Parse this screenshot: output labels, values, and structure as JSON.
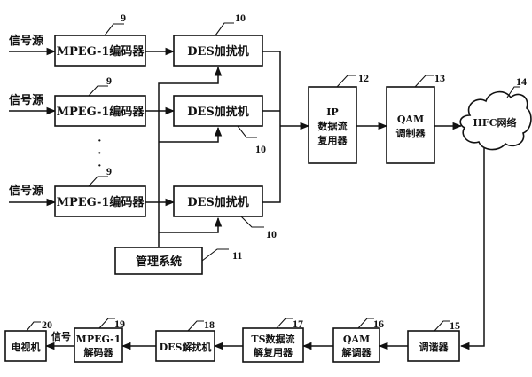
{
  "inputs": {
    "source_label": "信号源"
  },
  "encoders": {
    "label": "MPEG-1编码器",
    "ref": "9"
  },
  "scramblers": {
    "label": "DES加扰机",
    "ref_top": "10",
    "ref_mid": "10",
    "ref_bot": "10"
  },
  "management": {
    "label": "管理系统",
    "ref": "11"
  },
  "multiplexer": {
    "line1": "IP",
    "line2": "数据流",
    "line3": "复用器",
    "ref": "12"
  },
  "modulator": {
    "line1": "QAM",
    "line2": "调制器",
    "ref": "13"
  },
  "network": {
    "label": "HFC网络",
    "ref": "14"
  },
  "tuner": {
    "label": "调谐器",
    "ref": "15"
  },
  "demodulator": {
    "line1": "QAM",
    "line2": "解调器",
    "ref": "16"
  },
  "demultiplexer": {
    "line1": "TS数据流",
    "line2": "解复用器",
    "ref": "17"
  },
  "descrambler": {
    "label": "DES解扰机",
    "ref": "18"
  },
  "decoder": {
    "line1": "MPEG-1",
    "line2": "解码器",
    "ref": "19"
  },
  "tv": {
    "label": "电视机",
    "ref": "20"
  },
  "signal_label": "信号",
  "ellipsis_dot": "·"
}
